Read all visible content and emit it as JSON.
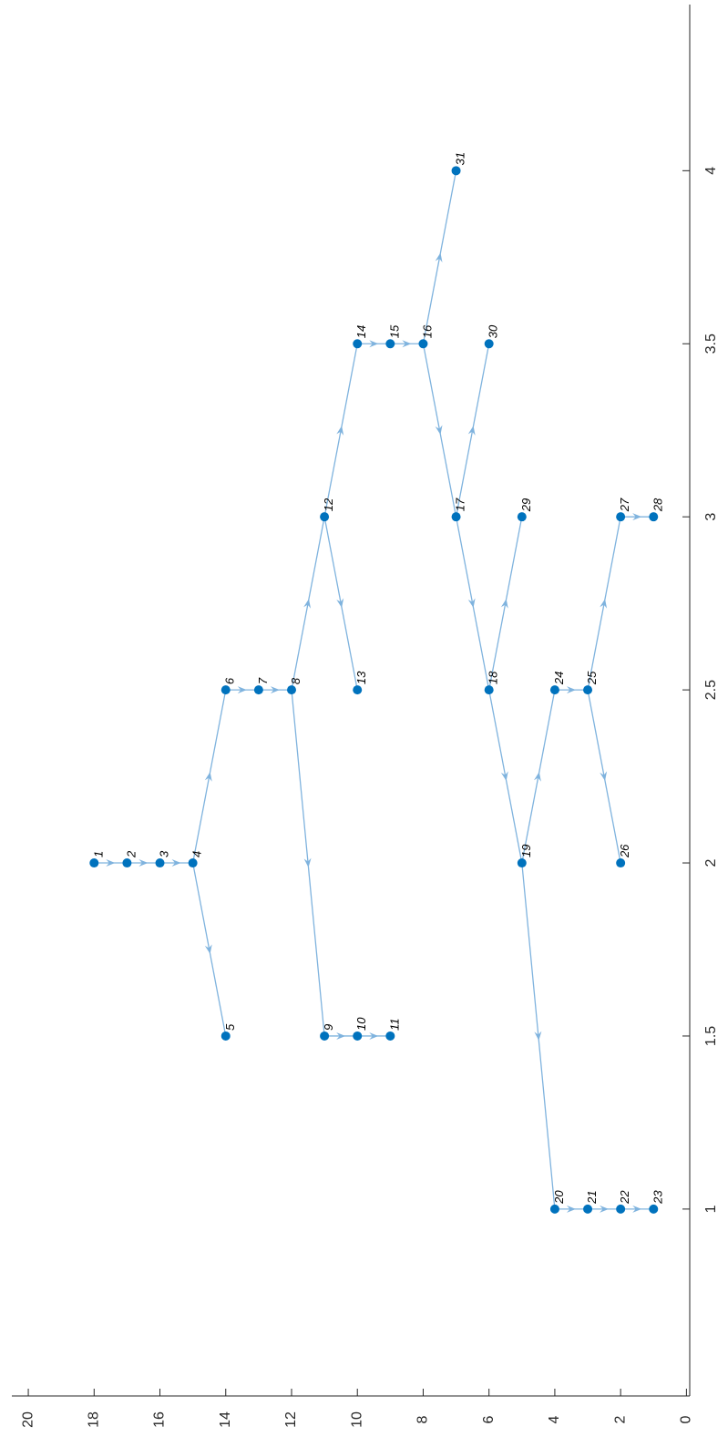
{
  "chart_data": {
    "type": "directed-graph",
    "x_axis": {
      "ticks": [
        1,
        1.5,
        2,
        2.5,
        3,
        3.5,
        4
      ],
      "tick_labels": [
        "1",
        "1.5",
        "2",
        "2.5",
        "3",
        "3.5",
        "4"
      ],
      "range": [
        0.46,
        4.48
      ]
    },
    "y_axis": {
      "ticks": [
        0,
        2,
        4,
        6,
        8,
        10,
        12,
        14,
        16,
        18,
        20
      ],
      "tick_labels": [
        "0",
        "2",
        "4",
        "6",
        "8",
        "10",
        "12",
        "14",
        "16",
        "18",
        "20"
      ],
      "range": [
        -0.1,
        20.5
      ]
    },
    "orientation": "rotated-90",
    "node_color": "#0072BD",
    "edge_color": "#7FB3DE",
    "nodes": [
      {
        "id": "1",
        "label": "1",
        "x": 2.0,
        "y": 18
      },
      {
        "id": "2",
        "label": "2",
        "x": 2.0,
        "y": 17
      },
      {
        "id": "3",
        "label": "3",
        "x": 2.0,
        "y": 16
      },
      {
        "id": "4",
        "label": "4",
        "x": 2.0,
        "y": 15
      },
      {
        "id": "5",
        "label": "5",
        "x": 1.5,
        "y": 14
      },
      {
        "id": "6",
        "label": "6",
        "x": 2.5,
        "y": 14
      },
      {
        "id": "7",
        "label": "7",
        "x": 2.5,
        "y": 13
      },
      {
        "id": "8",
        "label": "8",
        "x": 2.5,
        "y": 12
      },
      {
        "id": "9",
        "label": "9",
        "x": 1.5,
        "y": 11
      },
      {
        "id": "10",
        "label": "10",
        "x": 1.5,
        "y": 10
      },
      {
        "id": "11",
        "label": "11",
        "x": 1.5,
        "y": 9
      },
      {
        "id": "12",
        "label": "12",
        "x": 3.0,
        "y": 11
      },
      {
        "id": "13",
        "label": "13",
        "x": 2.5,
        "y": 10
      },
      {
        "id": "14",
        "label": "14",
        "x": 3.5,
        "y": 10
      },
      {
        "id": "15",
        "label": "15",
        "x": 3.5,
        "y": 9
      },
      {
        "id": "16",
        "label": "16",
        "x": 3.5,
        "y": 8
      },
      {
        "id": "17",
        "label": "17",
        "x": 3.0,
        "y": 7
      },
      {
        "id": "18",
        "label": "18",
        "x": 2.5,
        "y": 6
      },
      {
        "id": "19",
        "label": "19",
        "x": 2.0,
        "y": 5
      },
      {
        "id": "20",
        "label": "20",
        "x": 1.0,
        "y": 4
      },
      {
        "id": "21",
        "label": "21",
        "x": 1.0,
        "y": 3
      },
      {
        "id": "22",
        "label": "22",
        "x": 1.0,
        "y": 2
      },
      {
        "id": "23",
        "label": "23",
        "x": 1.0,
        "y": 1
      },
      {
        "id": "24",
        "label": "24",
        "x": 2.5,
        "y": 4
      },
      {
        "id": "25",
        "label": "25",
        "x": 2.5,
        "y": 3
      },
      {
        "id": "26",
        "label": "26",
        "x": 2.0,
        "y": 2
      },
      {
        "id": "27",
        "label": "27",
        "x": 3.0,
        "y": 2
      },
      {
        "id": "28",
        "label": "28",
        "x": 3.0,
        "y": 1
      },
      {
        "id": "29",
        "label": "29",
        "x": 3.0,
        "y": 5
      },
      {
        "id": "30",
        "label": "30",
        "x": 3.5,
        "y": 6
      },
      {
        "id": "31",
        "label": "31",
        "x": 4.0,
        "y": 7
      }
    ],
    "edges": [
      {
        "from": "1",
        "to": "2"
      },
      {
        "from": "2",
        "to": "3"
      },
      {
        "from": "3",
        "to": "4"
      },
      {
        "from": "4",
        "to": "5"
      },
      {
        "from": "4",
        "to": "6"
      },
      {
        "from": "6",
        "to": "7"
      },
      {
        "from": "7",
        "to": "8"
      },
      {
        "from": "8",
        "to": "9"
      },
      {
        "from": "9",
        "to": "10"
      },
      {
        "from": "10",
        "to": "11"
      },
      {
        "from": "8",
        "to": "12"
      },
      {
        "from": "12",
        "to": "13"
      },
      {
        "from": "12",
        "to": "14"
      },
      {
        "from": "14",
        "to": "15"
      },
      {
        "from": "15",
        "to": "16"
      },
      {
        "from": "16",
        "to": "31"
      },
      {
        "from": "16",
        "to": "17"
      },
      {
        "from": "17",
        "to": "30"
      },
      {
        "from": "17",
        "to": "18"
      },
      {
        "from": "18",
        "to": "29"
      },
      {
        "from": "18",
        "to": "19"
      },
      {
        "from": "19",
        "to": "20"
      },
      {
        "from": "20",
        "to": "21"
      },
      {
        "from": "21",
        "to": "22"
      },
      {
        "from": "22",
        "to": "23"
      },
      {
        "from": "19",
        "to": "24"
      },
      {
        "from": "24",
        "to": "25"
      },
      {
        "from": "25",
        "to": "26"
      },
      {
        "from": "25",
        "to": "27"
      },
      {
        "from": "27",
        "to": "28"
      }
    ]
  }
}
